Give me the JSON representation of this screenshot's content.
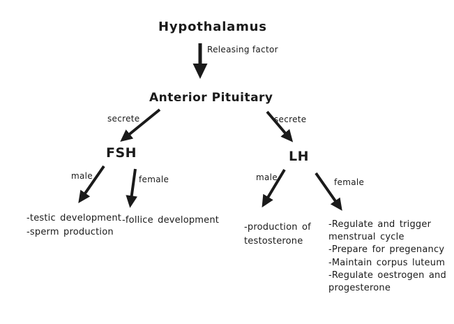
{
  "colors": {
    "ink": "#1a1a1a",
    "background": "#ffffff"
  },
  "diagram": {
    "hypothalamus": "Hypothalamus",
    "releasing_factor": "Releasing factor",
    "anterior_pituitary": "Anterior Pituitary",
    "secrete_left": "secrete",
    "secrete_right": "secrete",
    "fsh": {
      "label": "FSH",
      "male_label": "male",
      "female_label": "female",
      "male_effects": [
        "-testic development",
        "-sperm production"
      ],
      "female_effects": [
        "-follice development"
      ]
    },
    "lh": {
      "label": "LH",
      "male_label": "male",
      "female_label": "female",
      "male_effects": [
        "-production of testosterone"
      ],
      "female_effects": [
        "-Regulate and trigger menstrual cycle",
        "-Prepare for pregenancy",
        "-Maintain corpus luteum",
        "-Regulate oestrogen and progesterone"
      ]
    }
  }
}
